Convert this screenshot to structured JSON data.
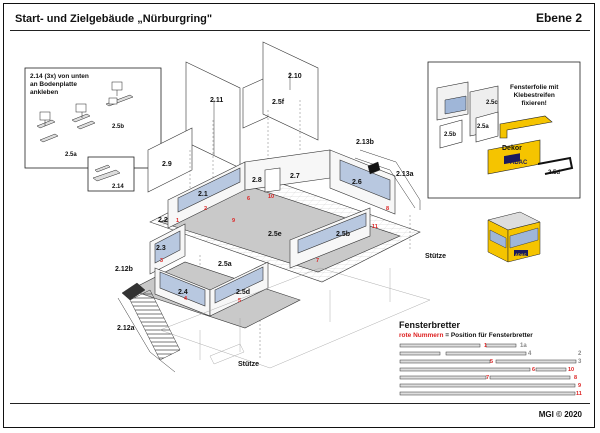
{
  "header": {
    "title": "Start- und Zielgebäude „Nürburgring\"",
    "level": "Ebene 2"
  },
  "footer": {
    "copyright": "MGI © 2020"
  },
  "inset_left": {
    "note_lines": [
      "2.14 (3x) von unten",
      "an Bodenplatte",
      "ankleben"
    ],
    "labels": {
      "p214_main": "2.14",
      "p214_detail": "2.14",
      "p25a": "2.5a",
      "p25b": "2.5b"
    }
  },
  "inset_right": {
    "note_lines": [
      "Fensterfolie mit",
      "Klebestreifen",
      "fixieren!"
    ],
    "labels": {
      "p25c": "2.5c",
      "p25a": "2.5a",
      "p25b": "2.5b",
      "p25d": "2.5d",
      "dekor": "Dekor",
      "adac": "ADAC",
      "adac2": "ADAC"
    }
  },
  "main": {
    "labels": {
      "p210": "2.10",
      "p211": "2.11",
      "p25f": "2.5f",
      "p29": "2.9",
      "p21": "2.1",
      "p28": "2.8",
      "p27": "2.7",
      "p26": "2.6",
      "p213b": "2.13b",
      "p213a": "2.13a",
      "p25e": "2.5e",
      "p22": "2.2",
      "p23": "2.3",
      "p2ba": "2.5a",
      "p24": "2.4",
      "p25d": "2.5d",
      "p212b": "2.12b",
      "p212a": "2.12a",
      "p2bb": "2.5b",
      "stuetze1": "Stütze",
      "stuetze2": "Stütze"
    },
    "red_numbers": {
      "n1": "1",
      "n2": "2",
      "n3": "3",
      "n4": "4",
      "n5": "5",
      "n6": "6",
      "n7": "7",
      "n8": "8",
      "n9": "9",
      "n10": "10",
      "n11": "11"
    }
  },
  "legend": {
    "title": "Fensterbretter",
    "subtitle_red": "rote Nummern",
    "subtitle_rest": " = Position für Fensterbretter",
    "rows": [
      {
        "left": "1",
        "right": "1a"
      },
      {
        "left": "4",
        "right": "2"
      },
      {
        "left": "5",
        "right": "3"
      },
      {
        "left": "6",
        "right": "10"
      },
      {
        "left": "7",
        "right": "8"
      },
      {
        "left": "9",
        "right": ""
      },
      {
        "left": "11",
        "right": ""
      }
    ]
  }
}
